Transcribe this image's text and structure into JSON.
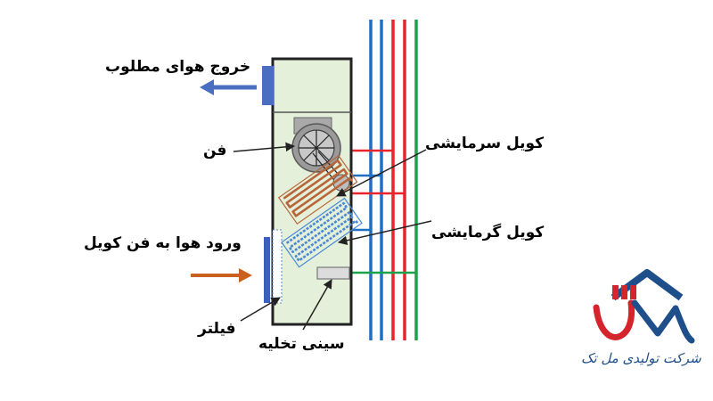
{
  "labels": {
    "outlet": "خروج هوای مطلوب",
    "fan": "فن",
    "cooling_coil": "کویل سرمایشی",
    "heating_coil": "کویل گرمایشی",
    "inlet": "ورود هوا به فن کویل",
    "filter": "فیلتر",
    "drain_tray": "سینی تخلیه"
  },
  "logo": {
    "company": "شرکت تولیدی مل تک"
  },
  "colors": {
    "cabinet_fill": "#e4f0d9",
    "pipe_blue": "#1f6fc5",
    "pipe_red": "#e8252a",
    "pipe_green": "#1aa34a",
    "air_out_arrow": "#4a6fc1",
    "air_in_arrow": "#c8621e",
    "filter_blue": "#3b5fc0",
    "coil_copper": "#b8653a",
    "coil_blue": "#4a88d6",
    "logo_red": "#d4242c",
    "logo_navy": "#1e4f8a"
  }
}
